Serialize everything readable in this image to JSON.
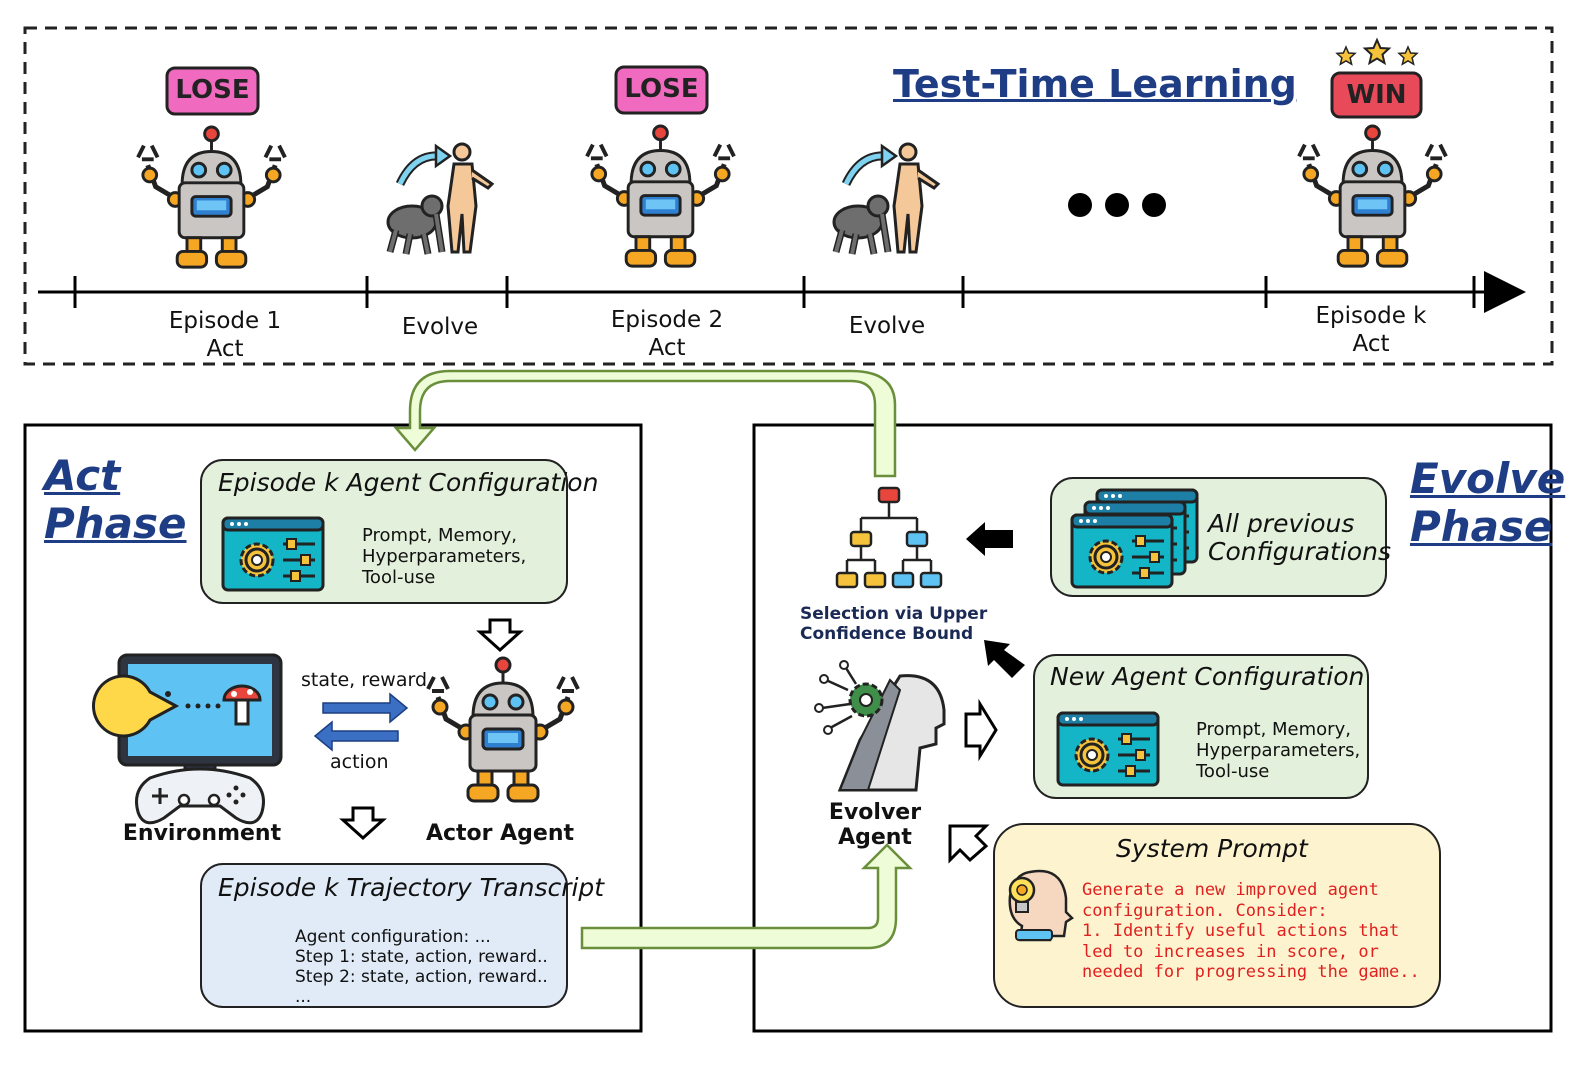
{
  "colors": {
    "navy": "#1f3d84",
    "lose_fill": "#f06ac0",
    "win_fill": "#e84a5a",
    "card_green": "#e3f0dc",
    "card_blue": "#e0ebf7",
    "card_yellow": "#fdf4cf",
    "prompt_red": "#e02020",
    "arrow_green_fill": "#eefcd8",
    "arrow_green_stroke": "#6a8f3a"
  },
  "top": {
    "title": "Test-Time Learning",
    "badges": [
      "LOSE",
      "LOSE",
      "WIN"
    ],
    "timeline_labels": [
      {
        "line1": "Episode 1",
        "line2": "Act"
      },
      {
        "line1": "Evolve",
        "line2": ""
      },
      {
        "line1": "Episode 2",
        "line2": "Act"
      },
      {
        "line1": "Evolve",
        "line2": ""
      },
      {
        "line1": "Episode k",
        "line2": "Act"
      }
    ],
    "ellipsis_icon": "ellipsis-dots"
  },
  "act_phase": {
    "title_line1": "Act",
    "title_line2": "Phase",
    "config_card": {
      "title": "Episode k Agent Configuration",
      "text": "Prompt, Memory,\nHyperparameters,\nTool-use"
    },
    "env_label": "Environment",
    "actor_label": "Actor Agent",
    "state_reward": "state, reward",
    "action": "action",
    "transcript_card": {
      "title": "Episode k Trajectory Transcript",
      "text": "Agent configuration: ...\nStep 1: state, action, reward..\nStep 2: state, action, reward..\n..."
    }
  },
  "evolve_phase": {
    "title_line1": "Evolve",
    "title_line2": "Phase",
    "all_prev_card": {
      "title_line1": "All previous",
      "title_line2": "Configurations"
    },
    "selection_label": "Selection via Upper\nConfidence Bound",
    "new_config_card": {
      "title": "New Agent Configuration",
      "text": "Prompt, Memory,\nHyperparameters,\nTool-use"
    },
    "evolver_label": "Evolver Agent",
    "system_prompt_card": {
      "title": "System Prompt",
      "text": "Generate a new improved agent\nconfiguration. Consider:\n1. Identify useful actions that\nled to increases in score, or\nneeded for progressing the game.."
    }
  },
  "icons": [
    "robot-icon",
    "evolution-icon",
    "config-panel-icon",
    "game-monitor-icon",
    "gamepad-icon",
    "tree-hierarchy-icon",
    "ai-head-icon",
    "lightbulb-head-icon",
    "star-icon"
  ]
}
